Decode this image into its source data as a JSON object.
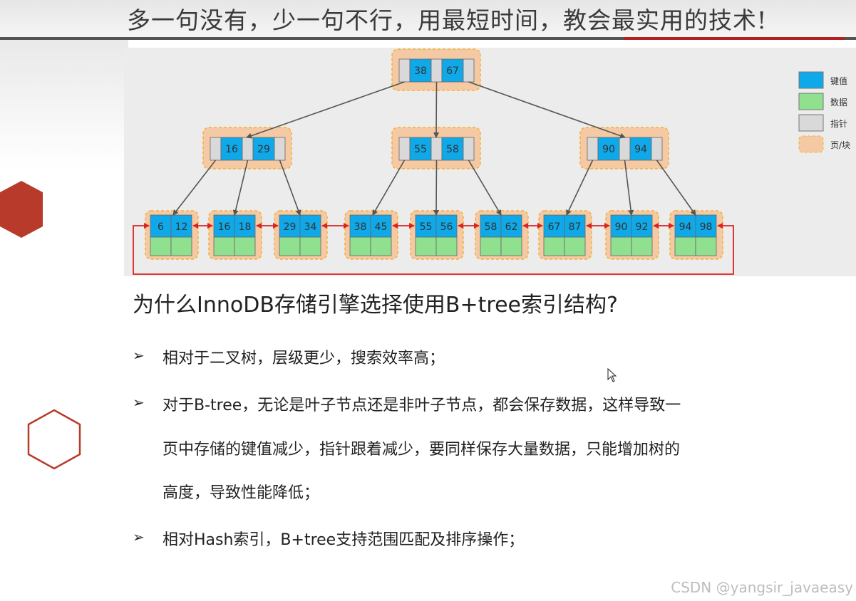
{
  "header": {
    "slogan": "多一句没有，少一句不行，用最短时间，教会最实用的技术!"
  },
  "diagram": {
    "root_keys": [
      "38",
      "67"
    ],
    "internal_nodes": [
      {
        "keys": [
          "16",
          "29"
        ]
      },
      {
        "keys": [
          "55",
          "58"
        ]
      },
      {
        "keys": [
          "90",
          "94"
        ]
      }
    ],
    "leaf_nodes": [
      {
        "keys": [
          "6",
          "12"
        ]
      },
      {
        "keys": [
          "16",
          "18"
        ]
      },
      {
        "keys": [
          "29",
          "34"
        ]
      },
      {
        "keys": [
          "38",
          "45"
        ]
      },
      {
        "keys": [
          "55",
          "56"
        ]
      },
      {
        "keys": [
          "58",
          "62"
        ]
      },
      {
        "keys": [
          "67",
          "87"
        ]
      },
      {
        "keys": [
          "90",
          "92"
        ]
      },
      {
        "keys": [
          "94",
          "98"
        ]
      }
    ],
    "legend": [
      {
        "label": "键值",
        "color": "#0fa8e8"
      },
      {
        "label": "数据",
        "color": "#8fe08f"
      },
      {
        "label": "指针",
        "color": "#d9d9d9"
      },
      {
        "label": "页/块",
        "color": "#f5c9a3"
      }
    ],
    "colors": {
      "key": "#0fa8e8",
      "data": "#8fe08f",
      "pointer": "#d9d9d9",
      "page": "#f5c9a3",
      "page_border": "#f2b23a",
      "link": "#dd2222",
      "arrow": "#555555"
    }
  },
  "content": {
    "question": "为什么InnoDB存储引擎选择使用B+tree索引结构?",
    "bullets": [
      {
        "mark": "➢",
        "lines": [
          "相对于二叉树，层级更少，搜索效率高；"
        ]
      },
      {
        "mark": "➢",
        "lines": [
          "对于B-tree，无论是叶子节点还是非叶子节点，都会保存数据，这样导致一",
          "页中存储的键值减少，指针跟着减少，要同样保存大量数据，只能增加树的",
          "高度，导致性能降低；"
        ]
      },
      {
        "mark": "➢",
        "lines": [
          "相对Hash索引，B+tree支持范围匹配及排序操作；"
        ]
      }
    ]
  },
  "watermark": "CSDN @yangsir_javaeasy"
}
